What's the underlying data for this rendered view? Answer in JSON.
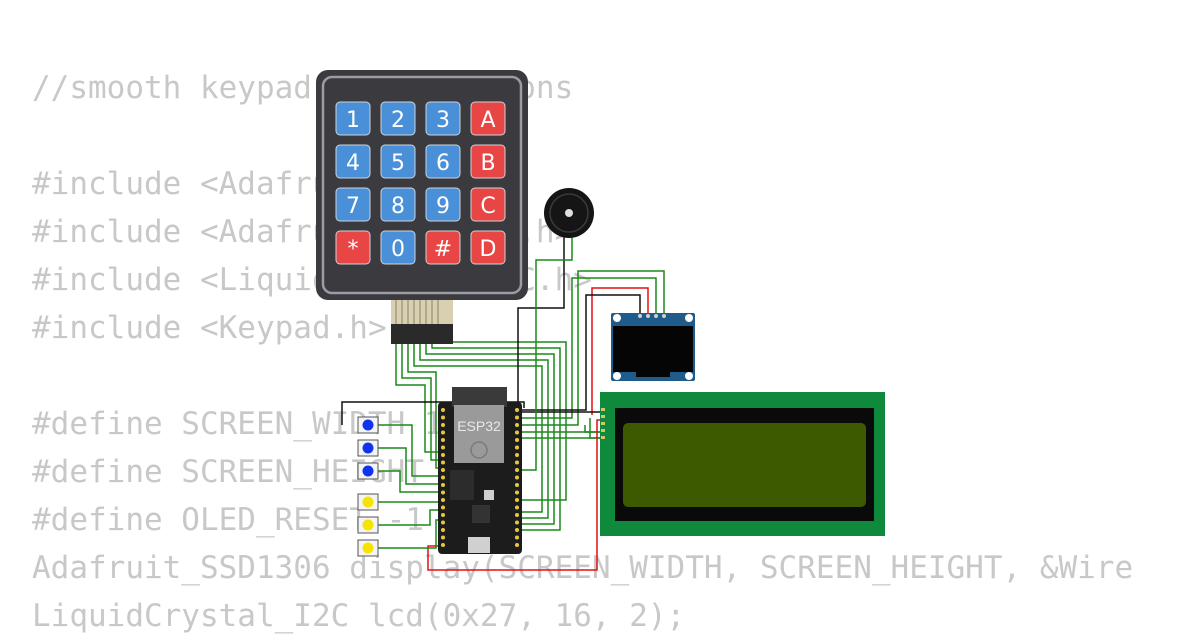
{
  "code_lines": [
    "//smooth keypad for questions",
    "",
    "#include <Adafruit_GFX.h>",
    "#include <Adafruit_SSD1306.h>",
    "#include <LiquidCrystal_I2C.h>",
    "#include <Keypad.h>",
    "",
    "#define SCREEN_WIDTH 128",
    "#define SCREEN_HEIGHT 64",
    "#define OLED_RESET -1",
    "Adafruit_SSD1306 display(SCREEN_WIDTH, SCREEN_HEIGHT, &Wire",
    "LiquidCrystal_I2C lcd(0x27, 16, 2);"
  ],
  "keypad": {
    "rows": [
      [
        "1",
        "2",
        "3",
        "A"
      ],
      [
        "4",
        "5",
        "6",
        "B"
      ],
      [
        "7",
        "8",
        "9",
        "C"
      ],
      [
        "*",
        "0",
        "#",
        "D"
      ]
    ],
    "number_key_color": "#4a90d9",
    "letter_key_color": "#e84545",
    "body_color": "#3a3a3f"
  },
  "esp32": {
    "label": "ESP32"
  },
  "buttons": {
    "colors": [
      "#1133ee",
      "#1133ee",
      "#1133ee",
      "#f5e400",
      "#f5e400",
      "#f5e400"
    ]
  },
  "colors": {
    "wire_signal": "#1a8a1a",
    "wire_power": "#e01010",
    "wire_ground": "#111111",
    "lcd_screen": "#3d5a00",
    "lcd_board": "#0f8a3c",
    "oled_board": "#1f5c8c"
  }
}
